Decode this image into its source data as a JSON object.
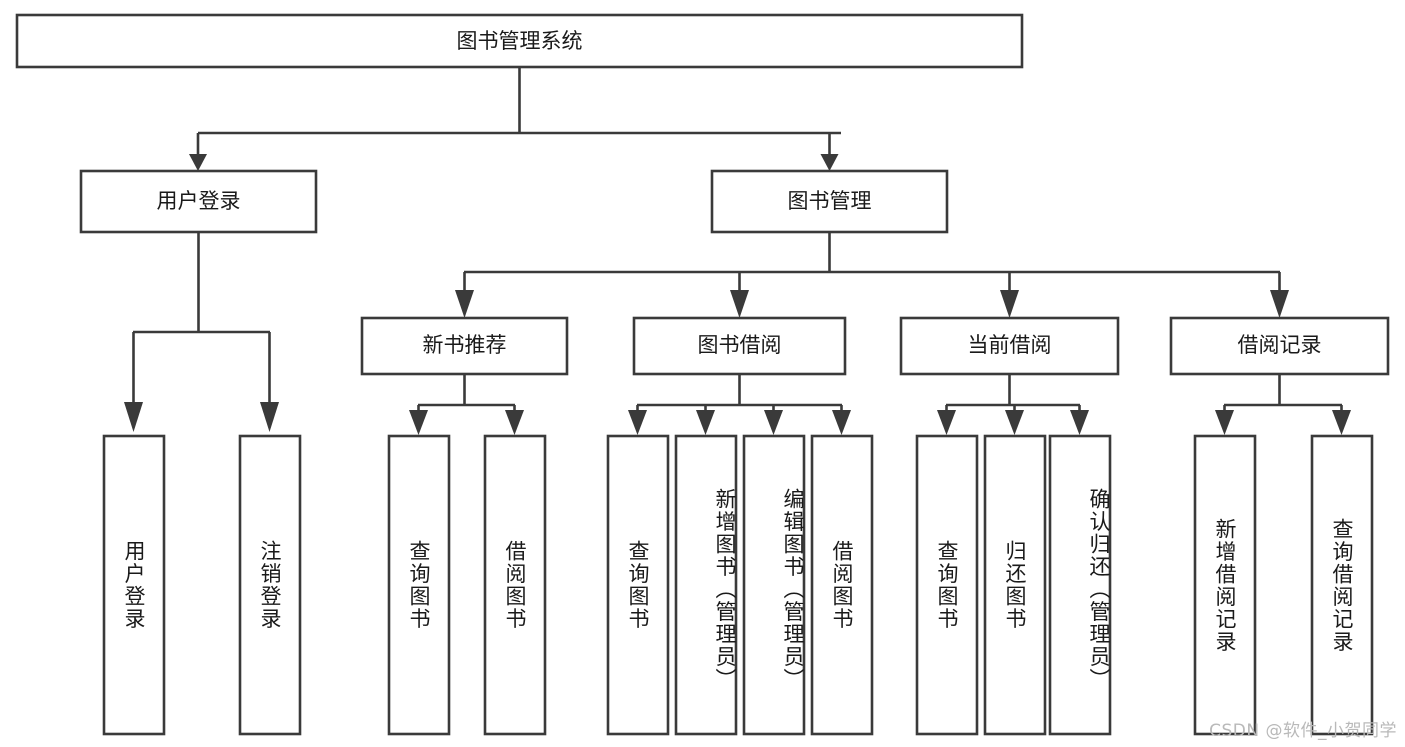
{
  "diagram": {
    "title": "图书管理系统",
    "type": "tree",
    "root": {
      "id": "root",
      "label": "图书管理系统",
      "level": 0
    },
    "level2": [
      {
        "id": "user-login",
        "label": "用户登录"
      },
      {
        "id": "book-manage",
        "label": "图书管理"
      }
    ],
    "level3": [
      {
        "id": "new-book-recommend",
        "label": "新书推荐",
        "parent": "book-manage"
      },
      {
        "id": "book-borrow",
        "label": "图书借阅",
        "parent": "book-manage"
      },
      {
        "id": "current-borrow",
        "label": "当前借阅",
        "parent": "book-manage"
      },
      {
        "id": "borrow-record",
        "label": "借阅记录",
        "parent": "book-manage"
      }
    ],
    "leaves": [
      {
        "id": "leaf-user-login",
        "label": "用户登录",
        "parent": "user-login"
      },
      {
        "id": "leaf-logout-login",
        "label": "注销登录",
        "parent": "user-login"
      },
      {
        "id": "leaf-query-book-1",
        "label": "查询图书",
        "parent": "new-book-recommend"
      },
      {
        "id": "leaf-borrow-book-1",
        "label": "借阅图书",
        "parent": "new-book-recommend"
      },
      {
        "id": "leaf-query-book-2",
        "label": "查询图书",
        "parent": "book-borrow"
      },
      {
        "id": "leaf-add-book",
        "label": "新增图书（管理员）",
        "parent": "book-borrow"
      },
      {
        "id": "leaf-edit-book",
        "label": "编辑图书（管理员）",
        "parent": "book-borrow"
      },
      {
        "id": "leaf-borrow-book-2",
        "label": "借阅图书",
        "parent": "book-borrow"
      },
      {
        "id": "leaf-query-book-3",
        "label": "查询图书",
        "parent": "current-borrow"
      },
      {
        "id": "leaf-return-book",
        "label": "归还图书",
        "parent": "current-borrow"
      },
      {
        "id": "leaf-confirm-return",
        "label": "确认归还（管理员）",
        "parent": "current-borrow"
      },
      {
        "id": "leaf-add-record",
        "label": "新增借阅记录",
        "parent": "borrow-record"
      },
      {
        "id": "leaf-query-record",
        "label": "查询借阅记录",
        "parent": "borrow-record"
      }
    ],
    "colors": {
      "box_stroke": "#3a3a3a",
      "box_fill": "#ffffff",
      "connector": "#3a3a3a",
      "text": "#1a1a1a",
      "watermark": "#b9b9b9",
      "background": "#ffffff"
    }
  },
  "watermark": {
    "text": "CSDN @软件_小贺同学"
  }
}
